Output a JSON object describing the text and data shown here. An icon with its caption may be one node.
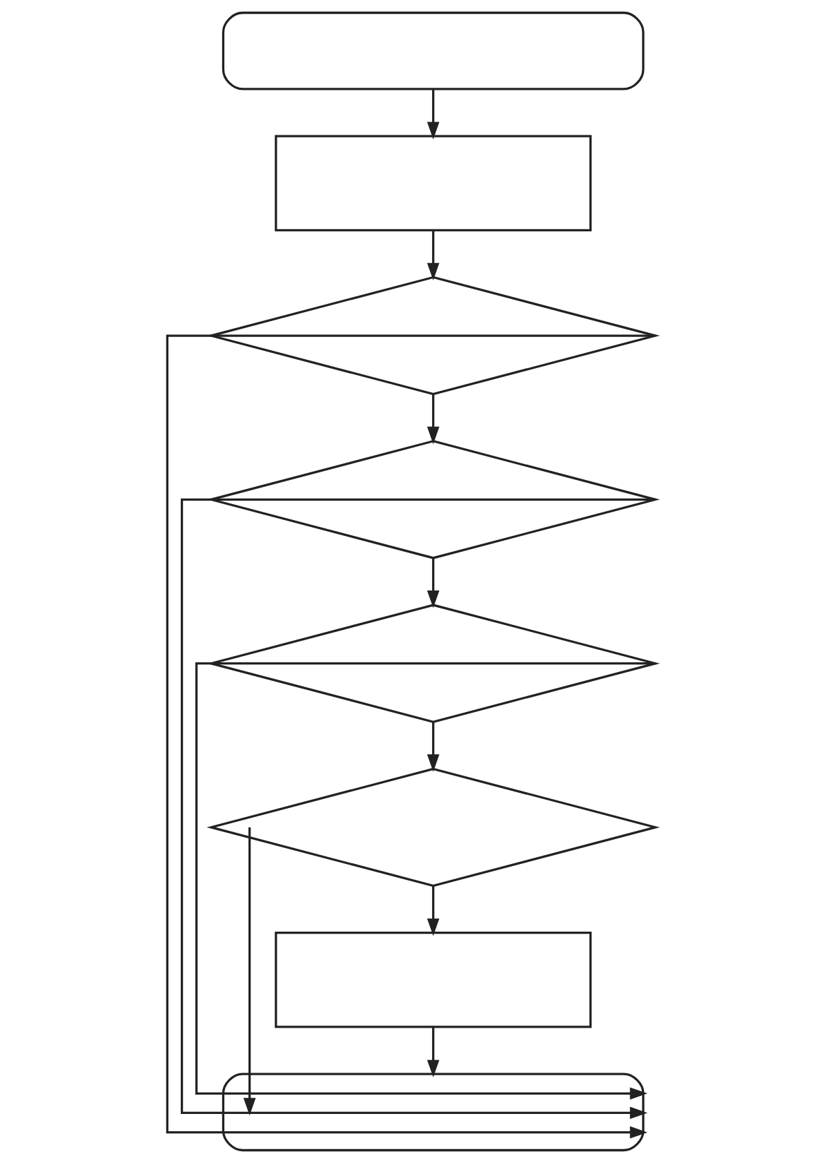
{
  "diagram": {
    "nodes": [
      {
        "text": [],
        "shape": "pill"
      },
      {
        "text": [],
        "shape": "box"
      },
      {
        "text": [],
        "shape": "diamond"
      },
      {
        "text": [],
        "shape": "diamond"
      },
      {
        "text": [],
        "shape": "diamond"
      },
      {
        "text": [],
        "shape": "diamond"
      },
      {
        "text": [],
        "shape": "box"
      },
      {
        "text": [],
        "shape": "pill"
      }
    ],
    "edges": [
      {
        "from": 0,
        "to": 1,
        "arrow": "to"
      },
      {
        "from": 1,
        "to": 2,
        "arrow": "to"
      },
      {
        "from": 2,
        "to": 3,
        "arrow": "to"
      },
      {
        "from": 3,
        "to": 4,
        "arrow": "to"
      },
      {
        "from": 4,
        "to": 5,
        "arrow": "to"
      },
      {
        "from": 5,
        "to": 6,
        "arrow": "to"
      },
      {
        "from": 6,
        "to": 7,
        "arrow": "to"
      },
      {
        "from": 2,
        "to": 7,
        "arrow": "to"
      },
      {
        "from": 3,
        "to": 7,
        "arrow": "to"
      },
      {
        "from": 4,
        "to": 7,
        "arrow": "to"
      },
      {
        "from": 5,
        "to": 7,
        "arrow": "to"
      }
    ]
  }
}
